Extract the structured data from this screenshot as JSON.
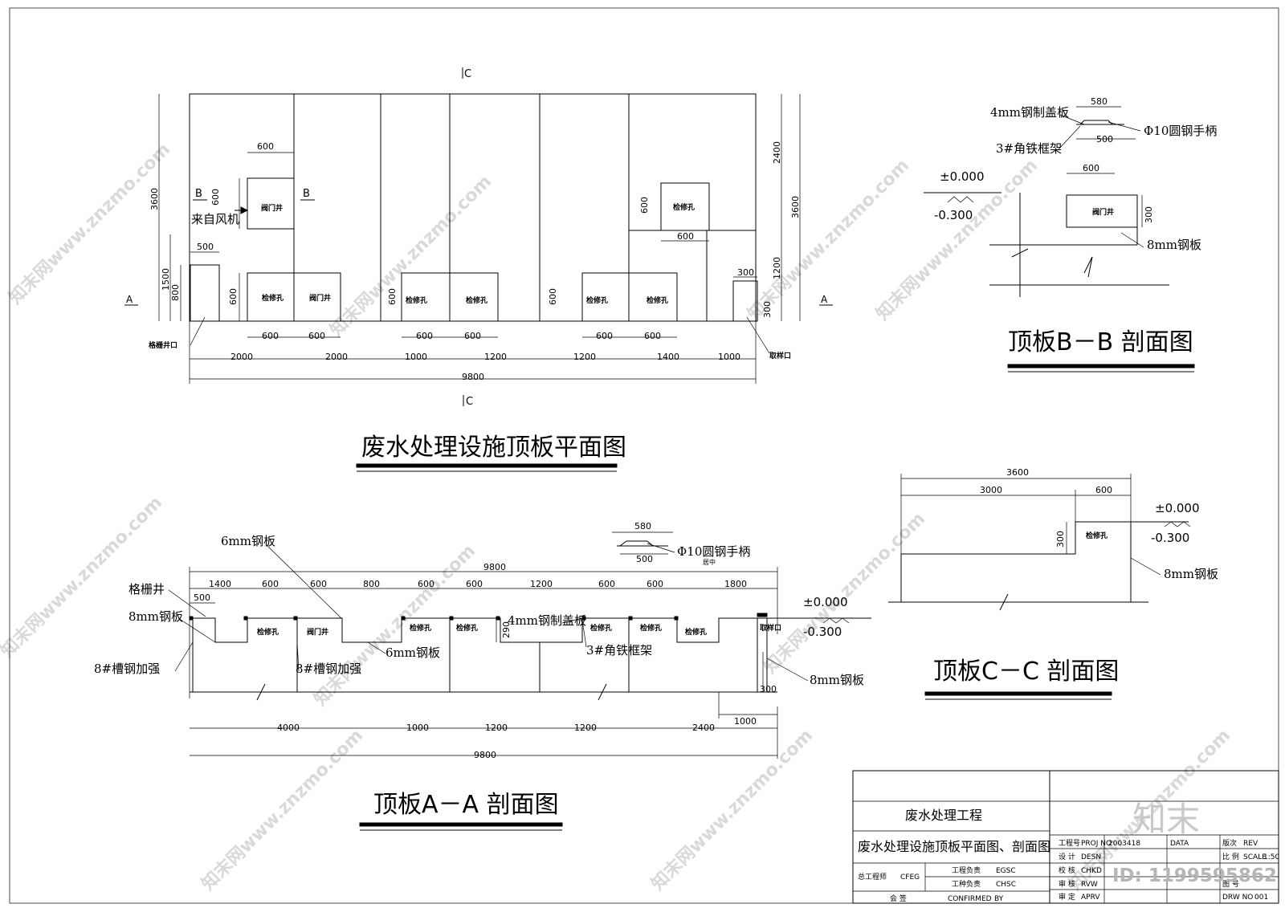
{
  "plan": {
    "title": "废水处理设施顶板平面图",
    "section_mark_c": "C",
    "section_mark_a": "A",
    "section_mark_b": "B",
    "labels": {
      "valve_well": "阀门井",
      "manhole": "检修孔",
      "from_blower": "来自风机",
      "grid_well_port": "格栅井口",
      "sampling_port": "取样口"
    },
    "dims": {
      "d600": "600",
      "d500": "500",
      "d300": "300",
      "d800": "800",
      "d1500": "1500",
      "d3600": "3600",
      "d2400": "2400",
      "d1200": "1200",
      "d2000": "2000",
      "d1000": "1000",
      "d1400": "1400",
      "d9800": "9800"
    }
  },
  "section_bb": {
    "title": "顶板B－B 剖面图",
    "cover": "4mm钢制盖板",
    "frame": "3#角铁框架",
    "handle": "Φ10圆钢手柄",
    "plate": "8mm钢板",
    "valve_well": "阀门井",
    "elev_top": "±0.000",
    "elev_bottom": "-0.300",
    "d580": "580",
    "d500": "500",
    "d600": "600",
    "d300": "300"
  },
  "section_cc": {
    "title": "顶板C－C 剖面图",
    "manhole": "检修孔",
    "plate": "8mm钢板",
    "elev_top": "±0.000",
    "elev_bottom": "-0.300",
    "d3600": "3600",
    "d3000": "3000",
    "d600": "600",
    "d300": "300"
  },
  "section_aa": {
    "title": "顶板A－A 剖面图",
    "plate6": "6mm钢板",
    "plate8": "8mm钢板",
    "grid_well": "格栅井",
    "channel": "8#槽钢加强",
    "cover": "4mm钢制盖板",
    "frame": "3#角铁框架",
    "handle": "Φ10圆钢手柄",
    "handle_note": "居中",
    "manhole": "检修孔",
    "valve_well": "阀门井",
    "sampling": "取样口",
    "elev_top": "±0.000",
    "elev_bottom": "-0.300",
    "dims": {
      "d9800": "9800",
      "d1400": "1400",
      "d600": "600",
      "d800": "800",
      "d1200": "1200",
      "d1800": "1800",
      "d500": "500",
      "d290": "290",
      "d300": "300",
      "d580": "580",
      "d4000": "4000",
      "d1000": "1000",
      "d2400": "2400"
    }
  },
  "title_block": {
    "project": "废水处理工程",
    "drawing": "废水处理设施顶板平面图、剖面图",
    "proj_no_cn": "工程号",
    "proj_no_en": "PROJ NO",
    "proj_no_val": "2003418",
    "date_en": "DATA",
    "rev_cn": "版次",
    "rev_en": "REV",
    "design_cn": "设 计",
    "design_en": "DESN",
    "scale_cn": "比 例",
    "scale_en": "SCALE",
    "scale_val": "1:50",
    "check_cn": "校 核",
    "check_en": "CHKD",
    "approve_cn": "审 核",
    "approve_en": "RVW",
    "drawno_cn": "图 号",
    "drawno_en": "DRW NO",
    "drawno_val": "001",
    "fix_cn": "审 定",
    "fix_en": "APRV",
    "chief_cn": "总工程师",
    "chief_en": "CFEG",
    "pm_cn": "工程负责",
    "pm_en": "EGSC",
    "dept_cn": "工种负责",
    "dept_en": "CHSC",
    "sign_cn": "会 签",
    "confirmed": "CONFIRMED",
    "by": "BY"
  },
  "watermark": {
    "brand": "知末",
    "id": "ID: 1199595862",
    "site": "知末网www.znzmo.com"
  }
}
